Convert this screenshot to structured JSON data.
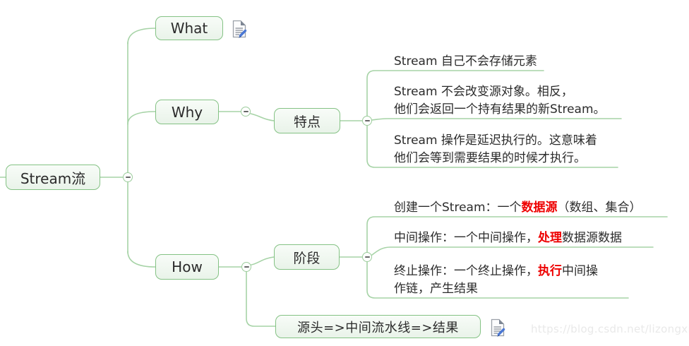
{
  "colors": {
    "line_green": "#a6d3a6",
    "node_border_green": "#84c284",
    "node_fill_green": "#edf6ed",
    "text_dark": "#2b2b2b",
    "highlight_red": "#ee0000",
    "watermark_gray": "#e9e9e9"
  },
  "mindmap": {
    "root": {
      "label": "Stream流"
    },
    "what": {
      "label": "What",
      "note_icon": "note-icon"
    },
    "why": {
      "label": "Why",
      "child": {
        "label": "特点"
      },
      "leaves": [
        {
          "lines": [
            [
              {
                "t": "Stream 自己不会存储元素"
              }
            ]
          ]
        },
        {
          "lines": [
            [
              {
                "t": "Stream 不会改变源对象。相反，"
              }
            ],
            [
              {
                "t": "他们会返回一个持有结果的新Stream。"
              }
            ]
          ]
        },
        {
          "lines": [
            [
              {
                "t": "Stream 操作是延迟执行的。这意味着"
              }
            ],
            [
              {
                "t": "他们会等到需要结果的时候才执行。"
              }
            ]
          ]
        }
      ]
    },
    "how": {
      "label": "How",
      "child": {
        "label": "阶段"
      },
      "leaves": [
        {
          "lines": [
            [
              {
                "t": "创建一个Stream：一个"
              },
              {
                "t": "数据源",
                "red": true
              },
              {
                "t": "（数组、集合）"
              }
            ]
          ]
        },
        {
          "lines": [
            [
              {
                "t": "中间操作：一个中间操作，"
              },
              {
                "t": "处理",
                "red": true
              },
              {
                "t": "数据源数据"
              }
            ]
          ]
        },
        {
          "lines": [
            [
              {
                "t": "终止操作：一个终止操作，"
              },
              {
                "t": "执行",
                "red": true
              },
              {
                "t": "中间操"
              }
            ],
            [
              {
                "t": "作链，产生结果"
              }
            ]
          ]
        }
      ],
      "pipeline": {
        "label": "源头=>中间流水线=>结果",
        "note_icon": "note-icon"
      }
    },
    "watermark": "https://blog.csdn.net/lizongxiao"
  }
}
